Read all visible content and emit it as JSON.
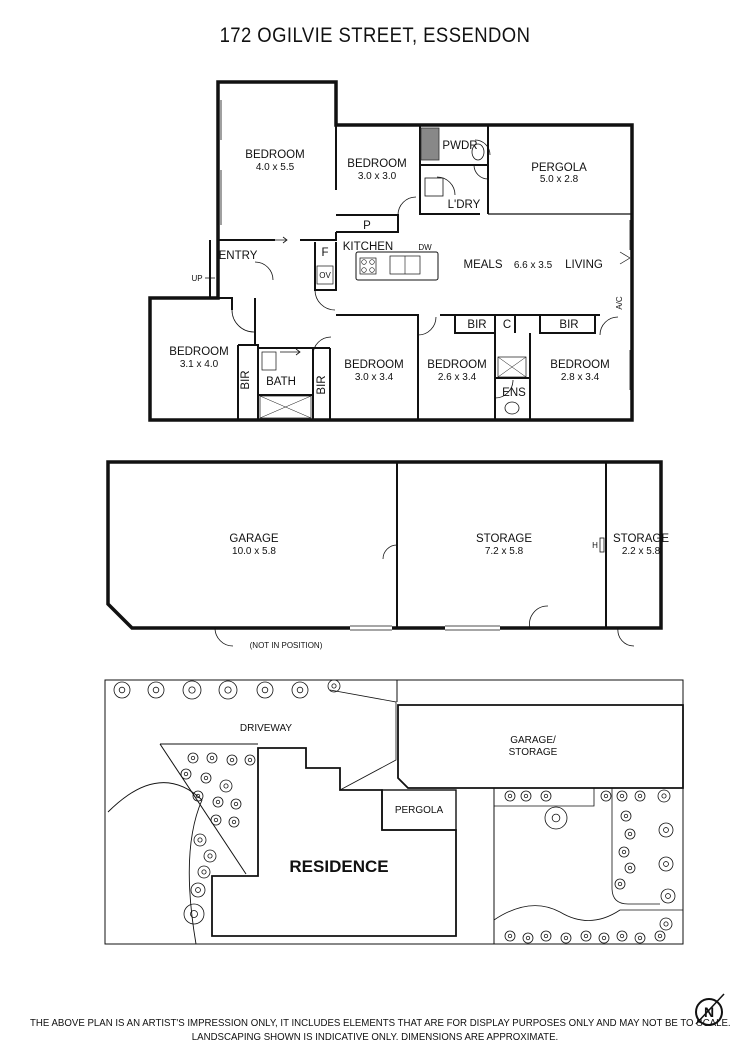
{
  "title": "172 OGILVIE STREET, ESSENDON",
  "ground_floor": {
    "rooms": [
      {
        "name": "BEDROOM",
        "dims": "4.0 x 5.5"
      },
      {
        "name": "BEDROOM",
        "dims": "3.0 x 3.0"
      },
      {
        "name": "PWDR",
        "dims": ""
      },
      {
        "name": "PERGOLA",
        "dims": "5.0 x 2.8"
      },
      {
        "name": "L'DRY",
        "dims": ""
      },
      {
        "name": "P",
        "dims": ""
      },
      {
        "name": "F",
        "dims": ""
      },
      {
        "name": "OV",
        "dims": ""
      },
      {
        "name": "DW",
        "dims": ""
      },
      {
        "name": "KITCHEN",
        "dims": ""
      },
      {
        "name": "ENTRY",
        "dims": ""
      },
      {
        "name": "UP",
        "dims": ""
      },
      {
        "name": "MEALS",
        "dims": "6.6 x 3.5"
      },
      {
        "name": "LIVING",
        "dims": ""
      },
      {
        "name": "A/C",
        "dims": ""
      },
      {
        "name": "BEDROOM",
        "dims": "3.1 x 4.0"
      },
      {
        "name": "BIR",
        "dims": ""
      },
      {
        "name": "BATH",
        "dims": ""
      },
      {
        "name": "BIR",
        "dims": ""
      },
      {
        "name": "BEDROOM",
        "dims": "3.0 x 3.4"
      },
      {
        "name": "BIR",
        "dims": ""
      },
      {
        "name": "C",
        "dims": ""
      },
      {
        "name": "BIR",
        "dims": ""
      },
      {
        "name": "BEDROOM",
        "dims": "2.6 x 3.4"
      },
      {
        "name": "BEDROOM",
        "dims": "2.8 x 3.4"
      },
      {
        "name": "ENS",
        "dims": ""
      }
    ]
  },
  "outbuilding": {
    "rooms": [
      {
        "name": "GARAGE",
        "dims": "10.0 x 5.8"
      },
      {
        "name": "STORAGE",
        "dims": "7.2 x 5.8"
      },
      {
        "name": "STORAGE",
        "dims": "2.2 x 5.8"
      },
      {
        "name": "H",
        "dims": ""
      }
    ],
    "note": "(NOT IN POSITION)"
  },
  "site_plan": {
    "driveway": "DRIVEWAY",
    "garage_storage": [
      "GARAGE/",
      "STORAGE"
    ],
    "pergola": "PERGOLA",
    "residence": "RESIDENCE"
  },
  "compass": "N",
  "disclaimer": [
    "THE ABOVE PLAN IS AN ARTIST'S IMPRESSION ONLY, IT INCLUDES ELEMENTS THAT ARE FOR DISPLAY PURPOSES ONLY AND MAY NOT BE TO SCALE.",
    "LANDSCAPING SHOWN IS INDICATIVE ONLY. DIMENSIONS ARE APPROXIMATE."
  ]
}
